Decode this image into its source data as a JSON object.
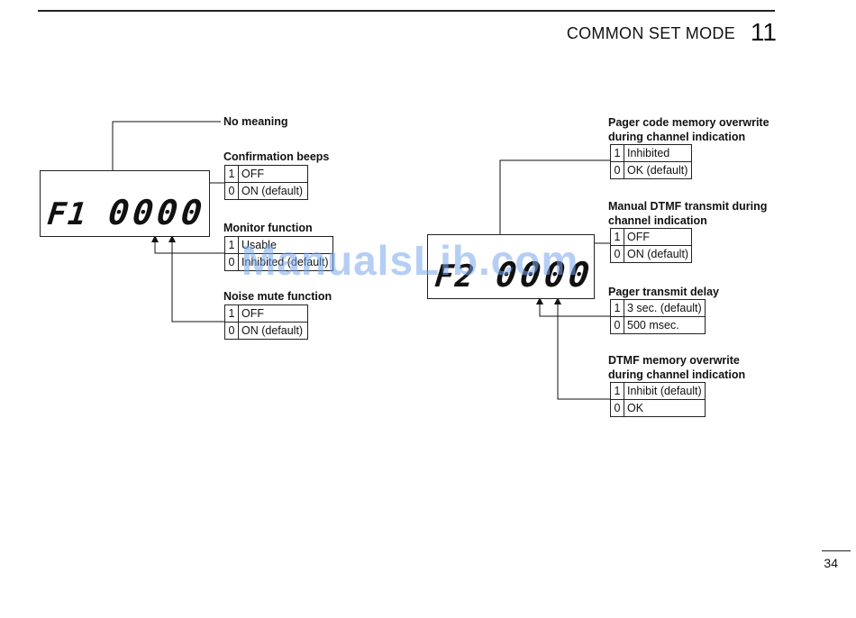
{
  "header": {
    "section_title": "COMMON SET MODE",
    "section_number": "11"
  },
  "page_number": "34",
  "watermark": "ManualsLib.com",
  "displays": {
    "f1": {
      "prefix": "F1",
      "digits": "0000"
    },
    "f2": {
      "prefix": "F2",
      "digits": "0000"
    }
  },
  "f1_settings": {
    "no_meaning": {
      "title": "No meaning"
    },
    "confirmation_beeps": {
      "title": "Confirmation beeps",
      "options": [
        {
          "code": "1",
          "label": "OFF"
        },
        {
          "code": "0",
          "label": "ON (default)"
        }
      ]
    },
    "monitor_function": {
      "title": "Monitor function",
      "options": [
        {
          "code": "1",
          "label": "Usable"
        },
        {
          "code": "0",
          "label": "Inhibited (default)"
        }
      ]
    },
    "noise_mute_function": {
      "title": "Noise mute function",
      "options": [
        {
          "code": "1",
          "label": "OFF"
        },
        {
          "code": "0",
          "label": "ON (default)"
        }
      ]
    }
  },
  "f2_settings": {
    "pager_code_overwrite": {
      "title_line1": "Pager code memory overwrite",
      "title_line2": "during channel indication",
      "options": [
        {
          "code": "1",
          "label": "Inhibited"
        },
        {
          "code": "0",
          "label": "OK (default)"
        }
      ]
    },
    "manual_dtmf_transmit": {
      "title_line1": "Manual DTMF transmit during",
      "title_line2": "channel indication",
      "options": [
        {
          "code": "1",
          "label": "OFF"
        },
        {
          "code": "0",
          "label": "ON (default)"
        }
      ]
    },
    "pager_transmit_delay": {
      "title": "Pager transmit delay",
      "options": [
        {
          "code": "1",
          "label": "3 sec. (default)"
        },
        {
          "code": "0",
          "label": "500 msec."
        }
      ]
    },
    "dtmf_memory_overwrite": {
      "title_line1": "DTMF memory overwrite",
      "title_line2": "during channel indication",
      "options": [
        {
          "code": "1",
          "label": "Inhibit (default)"
        },
        {
          "code": "0",
          "label": "OK"
        }
      ]
    }
  }
}
